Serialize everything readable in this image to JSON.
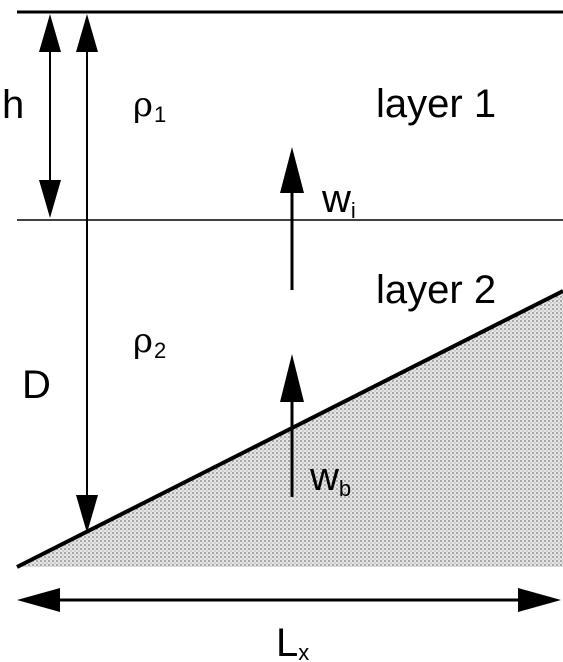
{
  "labels": {
    "h": "h",
    "rho1": "ρ",
    "rho1_sub": "1",
    "layer1": "layer 1",
    "wi": "w",
    "wi_sub": "i",
    "layer2": "layer 2",
    "rho2": "ρ",
    "rho2_sub": "2",
    "D": "D",
    "wb": "w",
    "wb_sub": "b",
    "Lx": "L",
    "Lx_sub": "x"
  },
  "colors": {
    "line": "#000000",
    "sediment_fill": "#e6e6e6",
    "sediment_dot": "#7a7a7a",
    "background": "#ffffff"
  }
}
